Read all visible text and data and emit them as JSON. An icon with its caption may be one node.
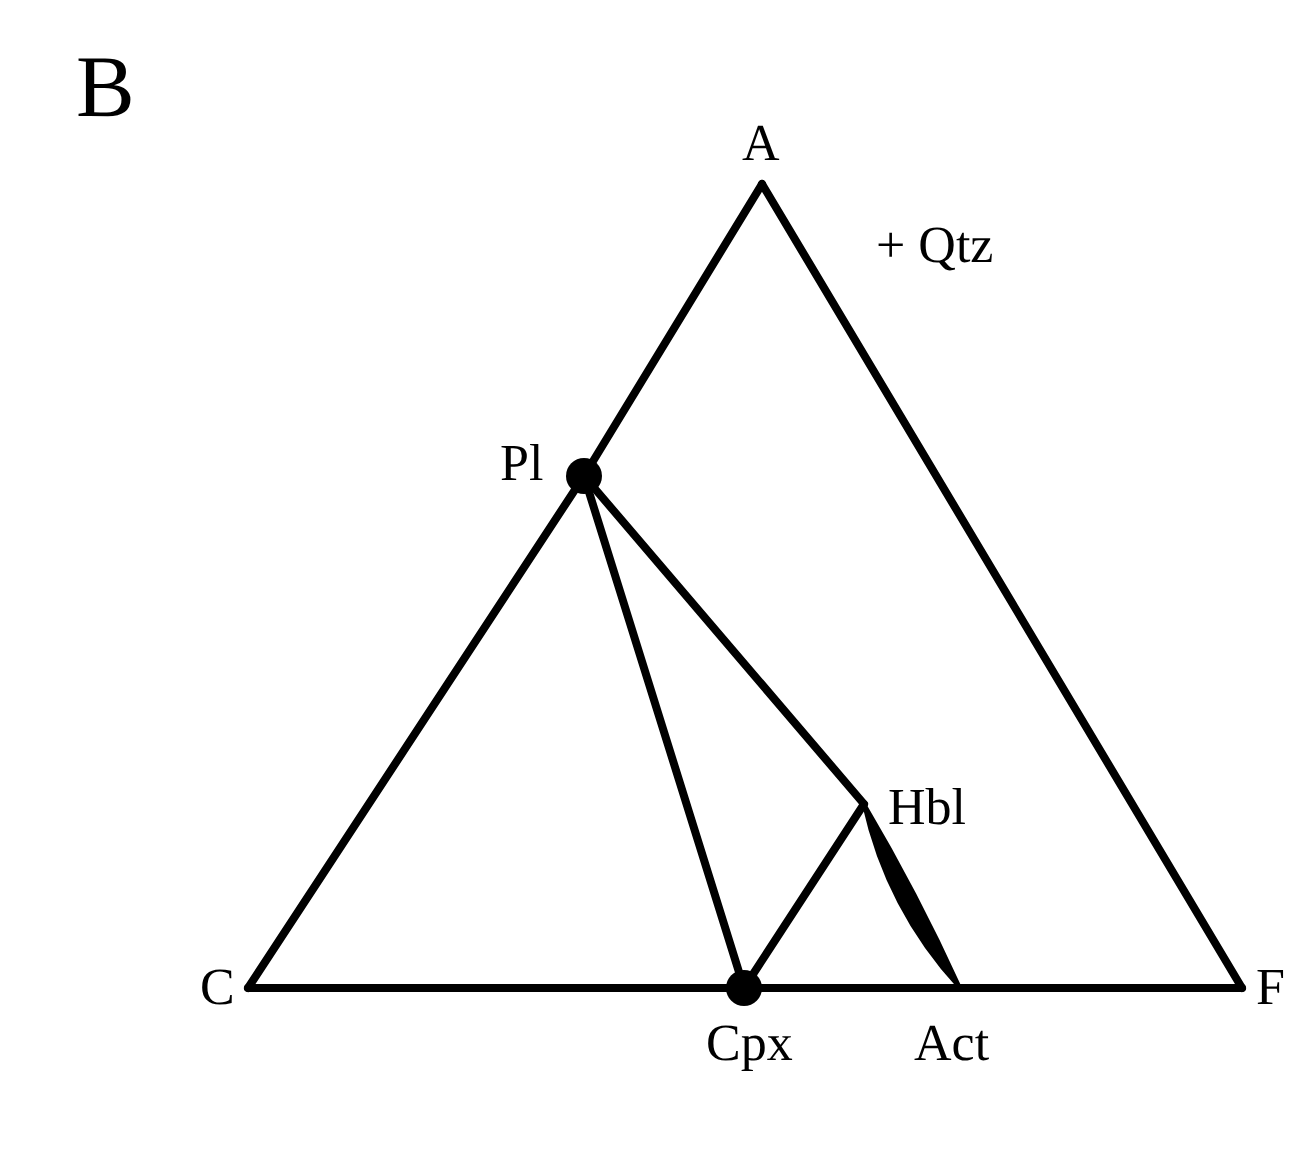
{
  "diagram": {
    "nodes": [
      {
        "text": [
          "A"
        ]
      },
      {
        "text": [
          "Pl"
        ]
      },
      {
        "text": [
          "Hbl"
        ]
      },
      {
        "text": [
          "C"
        ]
      },
      {
        "text": [
          "Cpx"
        ]
      },
      {
        "text": [
          "Act"
        ]
      },
      {
        "text": [
          "F"
        ]
      }
    ],
    "edges": [
      {
        "from": 0,
        "to": 1,
        "arrow": "none"
      },
      {
        "from": 1,
        "to": 3,
        "arrow": "none"
      },
      {
        "from": 0,
        "to": 6,
        "arrow": "none"
      },
      {
        "from": 3,
        "to": 4,
        "arrow": "none"
      },
      {
        "from": 4,
        "to": 5,
        "arrow": "none"
      },
      {
        "from": 5,
        "to": 6,
        "arrow": "none"
      },
      {
        "from": 1,
        "to": 4,
        "arrow": "none"
      },
      {
        "from": 1,
        "to": 2,
        "arrow": "none"
      },
      {
        "from": 4,
        "to": 2,
        "arrow": "none"
      },
      {
        "from": 2,
        "to": 5,
        "arrow": "none",
        "style": "thick"
      }
    ],
    "labels": [
      "B",
      "+ Qtz"
    ]
  }
}
